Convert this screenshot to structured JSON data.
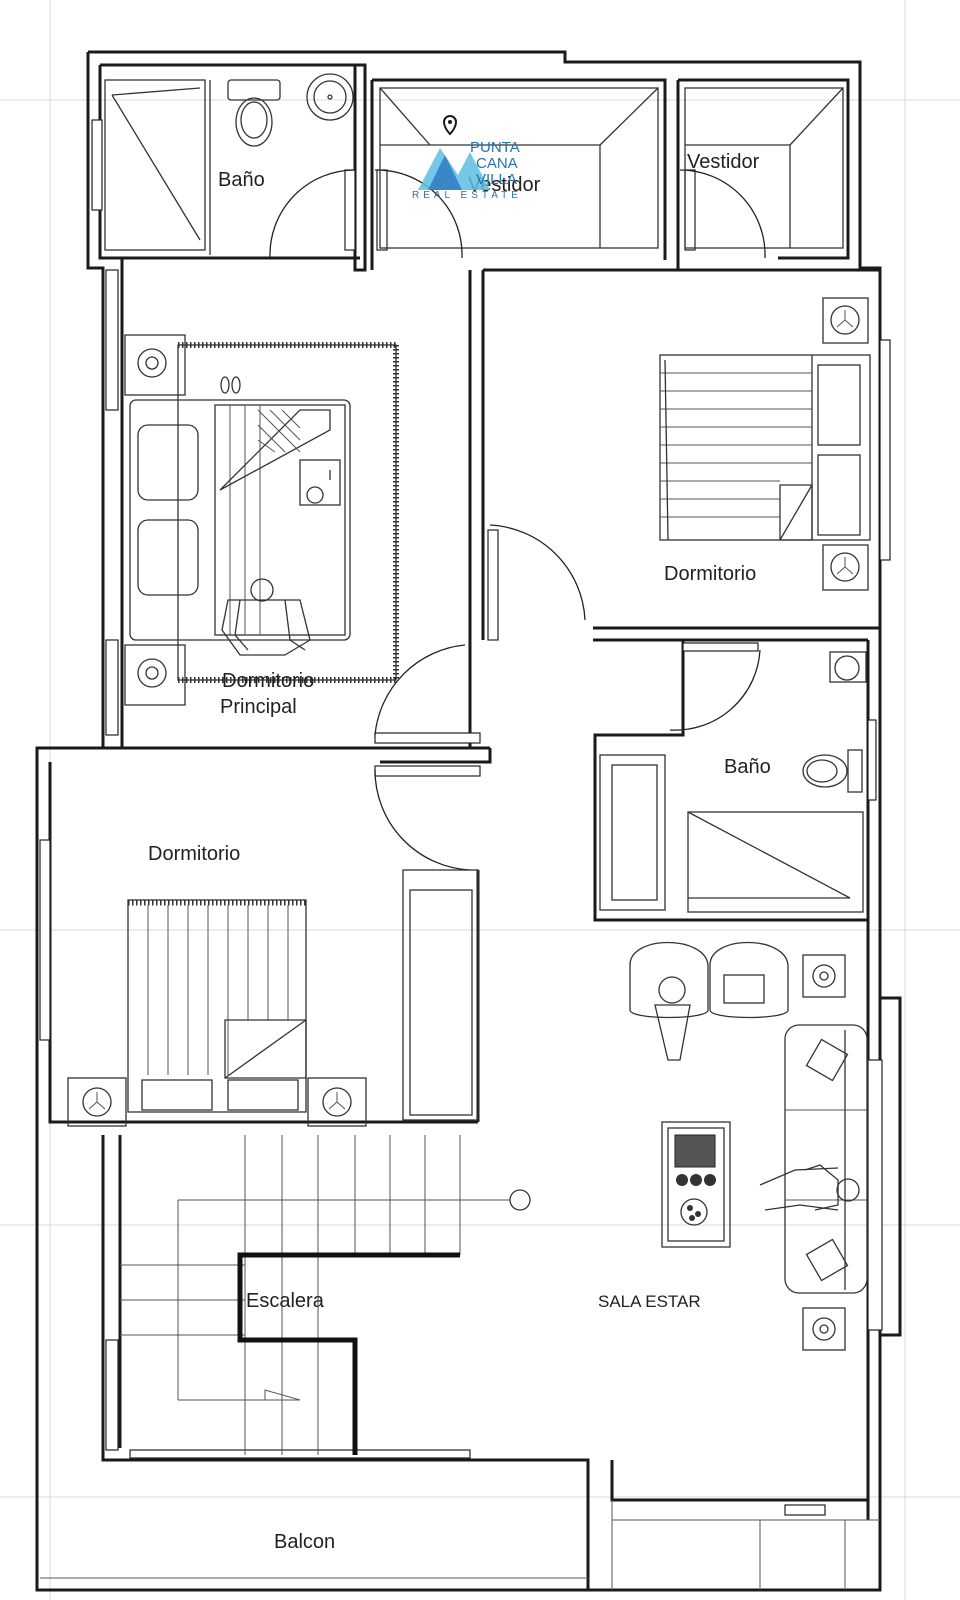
{
  "logo": {
    "line1": "PUNTA",
    "line2": "CANA",
    "line3": "VILLA",
    "tagline": "REAL ESTATE",
    "color": "#2e7dc4"
  },
  "rooms": {
    "bath_top_left": "Baño",
    "closet_middle": "Vestidor",
    "closet_right": "Vestidor",
    "bedroom_right": "Dormitorio",
    "master_bedroom_line1": "Dormitorio",
    "master_bedroom_line2": "Principal",
    "bath_right": "Baño",
    "bedroom_left": "Dormitorio",
    "stairs": "Escalera",
    "living_room": "SALA ESTAR",
    "balcony": "Balcon"
  },
  "icons": [
    "location-pin-icon",
    "toilet-icon",
    "sink-icon",
    "bed-icon",
    "sofa-icon",
    "armchair-icon",
    "coffee-table-icon",
    "nightstand-lamp-icon",
    "person-figure-icon"
  ]
}
